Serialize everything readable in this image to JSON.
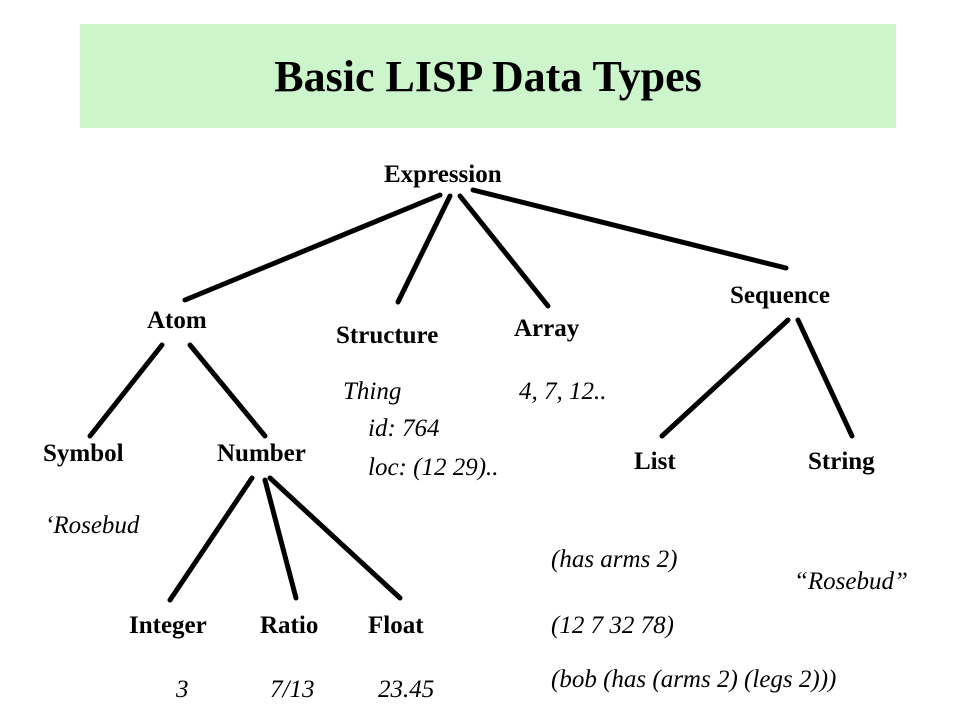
{
  "title": "Basic LISP Data Types",
  "nodes": {
    "expression": "Expression",
    "atom": "Atom",
    "structure": "Structure",
    "array": "Array",
    "sequence": "Sequence",
    "symbol": "Symbol",
    "number": "Number",
    "list": "List",
    "string": "String",
    "integer": "Integer",
    "ratio": "Ratio",
    "float": "Float"
  },
  "examples": {
    "structure_thing": "Thing",
    "structure_id": "id: 764",
    "structure_loc": "loc: (12 29)..",
    "array": "4, 7, 12..",
    "symbol": "‘Rosebud",
    "list_1": "(has arms 2)",
    "list_2": "(12 7 32 78)",
    "list_3": "(bob (has (arms 2) (legs 2)))",
    "string": "“Rosebud”",
    "integer": "3",
    "ratio": "7/13",
    "float": "23.45"
  },
  "colors": {
    "title_banner": "#ccf5cc",
    "lines": "#000000"
  }
}
